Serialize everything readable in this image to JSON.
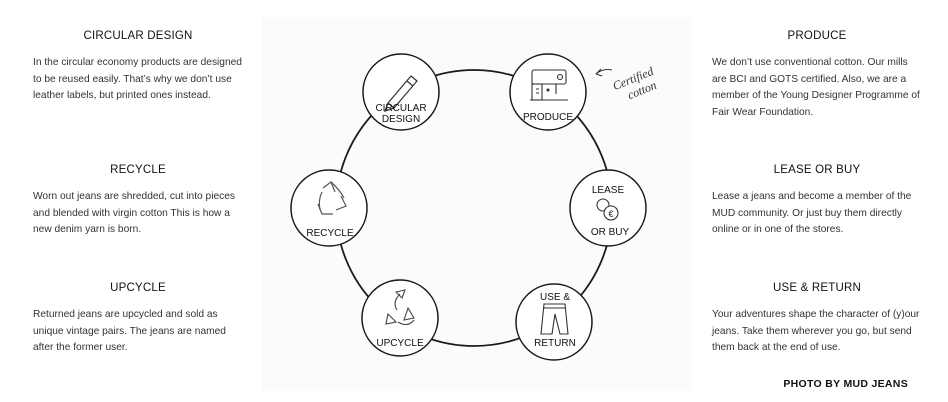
{
  "left": [
    {
      "title": "CIRCULAR DESIGN",
      "text": "In the circular economy products are designed to be reused easily.  That’s why we don’t use leather labels, but printed ones instead."
    },
    {
      "title": "RECYCLE",
      "text": "Worn out jeans are shredded, cut into pieces and blended with virgin cotton This is how a new denim yarn is born."
    },
    {
      "title": "UPCYCLE",
      "text": "Returned jeans are upcycled and sold as unique vintage pairs. The jeans are named after the former user."
    }
  ],
  "right": [
    {
      "title": "PRODUCE",
      "text": "We don’t use conventional cotton. Our mills are BCI and GOTS certified. Also, we are a member of the Young Designer Programme of Fair Wear Foundation."
    },
    {
      "title": "LEASE OR BUY",
      "text": "Lease a jeans and become a member of the MUD community. Or just buy them directly online or in one of the stores."
    },
    {
      "title": "USE & RETURN",
      "text": "Your adventures shape the character of (y)our jeans. Take them wherever you go, but send them back at the end of use."
    }
  ],
  "diagram": {
    "circular_design": [
      "CIRCULAR",
      "DESIGN"
    ],
    "produce": "PRODUCE",
    "lease_or_buy": [
      "LEASE",
      "OR BUY"
    ],
    "use_return": [
      "USE &",
      "RETURN"
    ],
    "upcycle": "UPCYCLE",
    "recycle": "RECYCLE",
    "annotation": [
      "Certified",
      "cotton"
    ],
    "euro_symbol": "€"
  },
  "credit": "PHOTO BY MUD JEANS",
  "colors": {
    "stroke": "#1a1a1a",
    "text": "#222222",
    "background": "#ffffff"
  }
}
